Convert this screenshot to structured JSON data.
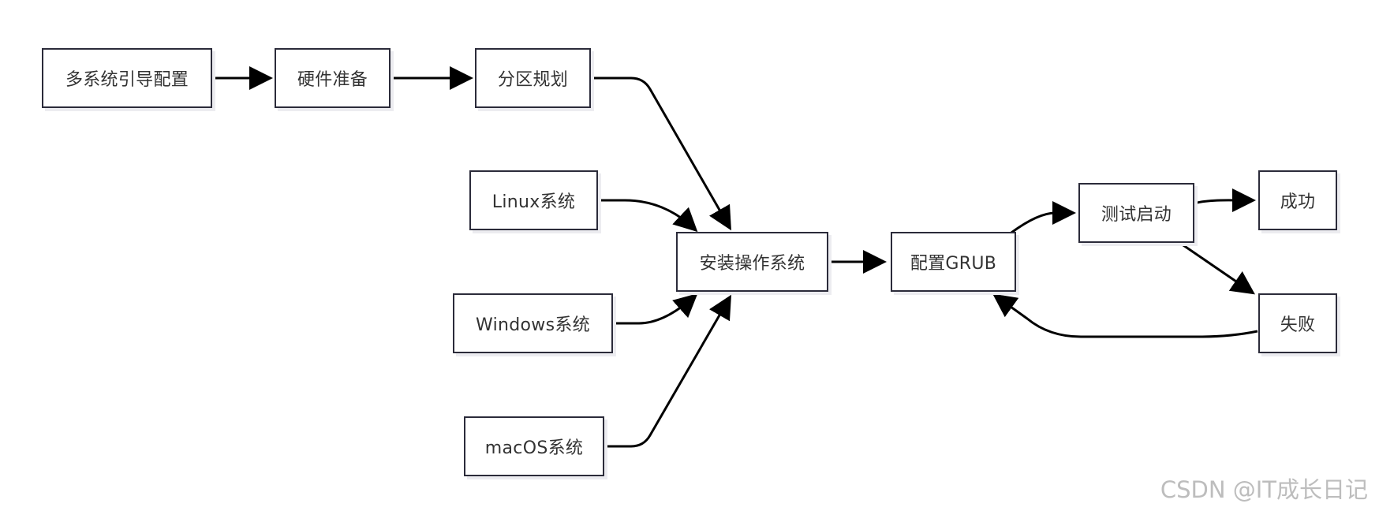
{
  "diagram": {
    "nodes": {
      "multiboot": "多系统引导配置",
      "hardware": "硬件准备",
      "partition": "分区规划",
      "linux": "Linux系统",
      "windows": "Windows系统",
      "macos": "macOS系统",
      "install": "安装操作系统",
      "grub": "配置GRUB",
      "test": "测试启动",
      "success": "成功",
      "fail": "失败"
    },
    "edges": [
      [
        "multiboot",
        "hardware"
      ],
      [
        "hardware",
        "partition"
      ],
      [
        "partition",
        "install"
      ],
      [
        "linux",
        "install"
      ],
      [
        "windows",
        "install"
      ],
      [
        "macos",
        "install"
      ],
      [
        "install",
        "grub"
      ],
      [
        "grub",
        "test"
      ],
      [
        "test",
        "success"
      ],
      [
        "test",
        "fail"
      ],
      [
        "fail",
        "grub"
      ]
    ],
    "colors": {
      "stroke": "#2b2b3a",
      "arrow": "#000000",
      "text": "#333333"
    }
  },
  "watermark": "CSDN @IT成长日记"
}
